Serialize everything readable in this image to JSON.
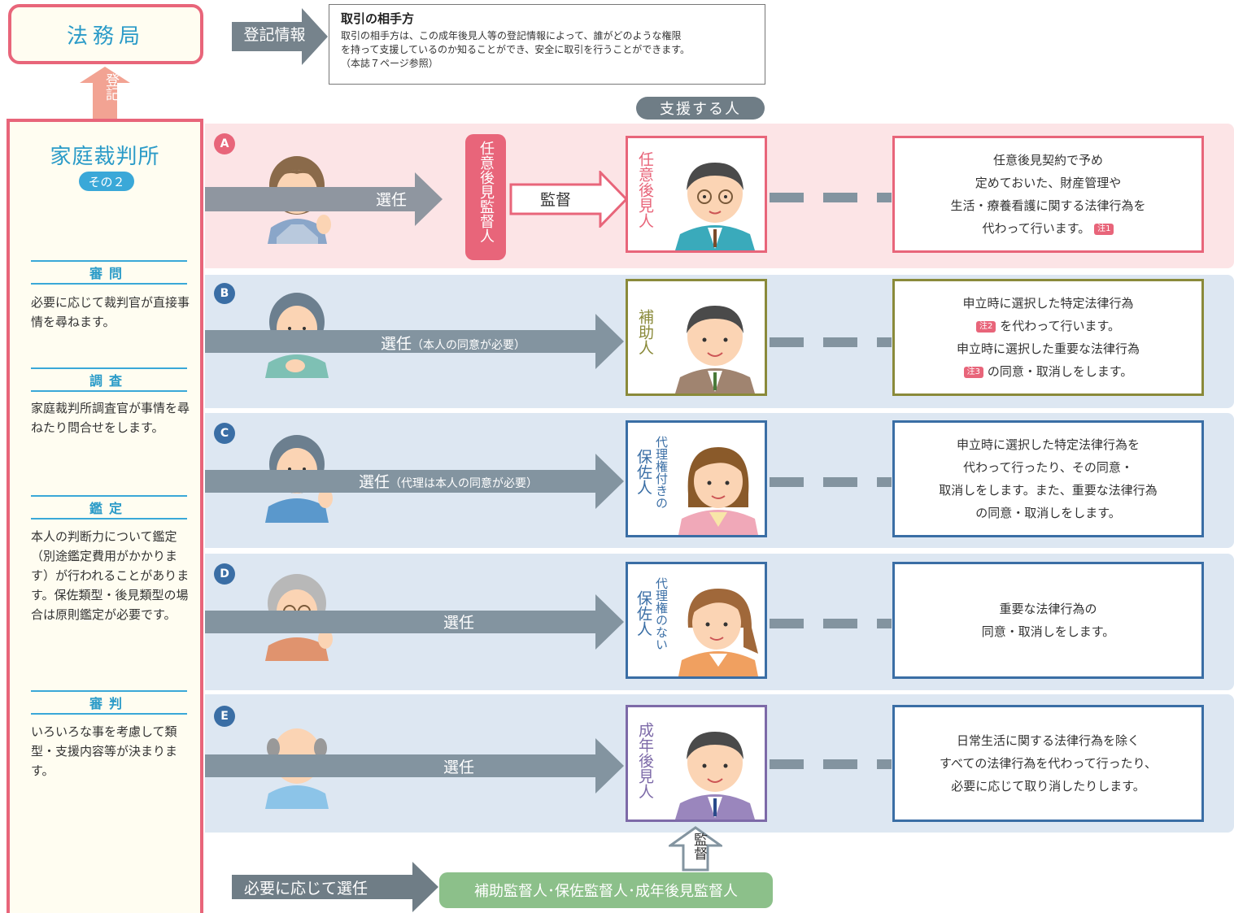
{
  "top": {
    "homukyoku": "法務局",
    "touki": "登記",
    "info_arrow": "登記情報",
    "info_title": "取引の相手方",
    "info_body": "取引の相手方は、この成年後見人等の登記情報によって、誰がどのような権限\nを持って支援しているのか知ることができ、安全に取引を行うことができます。\n（本誌７ページ参照）",
    "support_header": "支援する人"
  },
  "court": {
    "title": "家庭裁判所",
    "subtitle": "その２",
    "sections": [
      {
        "head": "審問",
        "body": "必要に応じて裁判官が直接事情を尋ねます。"
      },
      {
        "head": "調査",
        "body": "家庭裁判所調査官が事情を尋ねたり問合せをします。"
      },
      {
        "head": "鑑定",
        "body": "本人の判断力について鑑定（別途鑑定費用がかかります）が行われることがあります。保佐類型・後見類型の場合は原則鑑定が必要です。"
      },
      {
        "head": "審判",
        "body": "いろいろな事を考慮して類型・支援内容等が決まります。"
      }
    ]
  },
  "rows": {
    "a": {
      "letter": "A",
      "arrow_main": "選任",
      "supervisor": "任意後見監督人",
      "kantoku_arrow": "監督",
      "role": "任意後見人",
      "desc": [
        "任意後見契約で予め",
        "定めておいた、財産管理や",
        "生活・療養看護に関する法律行為を",
        "代わって行います。"
      ],
      "note": "注1"
    },
    "b": {
      "letter": "B",
      "arrow_main": "選任",
      "arrow_sub": "（本人の同意が必要）",
      "role": "補助人",
      "desc": [
        "申立時に選択した特定法律行為",
        "を代わって行います。",
        "申立時に選択した重要な法律行為",
        "の同意・取消しをします。"
      ],
      "note2": "注2",
      "note3": "注3"
    },
    "c": {
      "letter": "C",
      "arrow_main": "選任",
      "arrow_sub": "（代理は本人の同意が必要）",
      "role_small": "代理権付きの",
      "role": "保佐人",
      "desc": [
        "申立時に選択した特定法律行為を",
        "代わって行ったり、その同意・",
        "取消しをします。また、重要な法律行為",
        "の同意・取消しをします。"
      ]
    },
    "d": {
      "letter": "D",
      "arrow_main": "選任",
      "role_small": "代理権のない",
      "role": "保佐人",
      "desc": [
        "重要な法律行為の",
        "同意・取消しをします。"
      ]
    },
    "e": {
      "letter": "E",
      "arrow_main": "選任",
      "role": "成年後見人",
      "desc": [
        "日常生活に関する法律行為を除く",
        "すべての法律行為を代わって行ったり、",
        "必要に応じて取り消したりします。"
      ]
    }
  },
  "bottom": {
    "kantoku": "監督",
    "arrow": "必要に応じて選任",
    "pill": "補助監督人･保佐監督人･成年後見監督人"
  },
  "colors": {
    "pink": "#e8657a",
    "blue": "#2b9bc8",
    "olive": "#8a8a3a",
    "steel": "#3a6ea5",
    "purple": "#7d6aa8",
    "arrow": "#8394a0",
    "green": "#8cc08a"
  }
}
